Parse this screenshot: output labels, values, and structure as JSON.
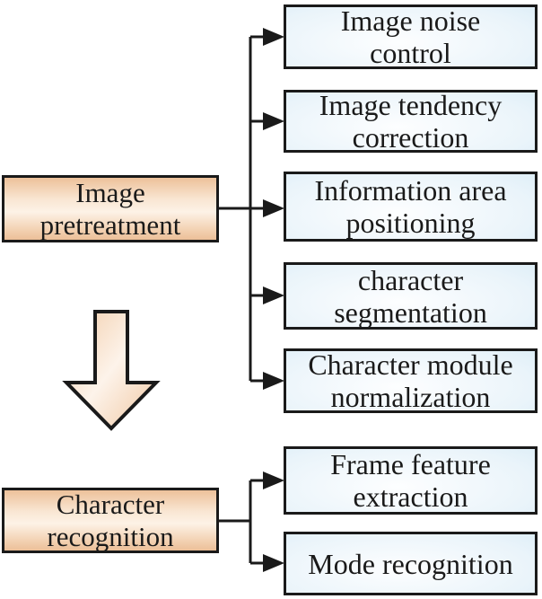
{
  "colors": {
    "background": "#ffffff",
    "line": "#1a1a1a",
    "box_border": "#1a1a1a",
    "text": "#1a1a1a",
    "stage_fill_edge": "#edc19a",
    "stage_fill_center": "#fdf2e6",
    "step_fill_edge": "#c7e4f3",
    "step_fill_center": "#fdfeff",
    "arrow_fill_edge": "#f2cca8",
    "arrow_fill_center": "#fdf3ea"
  },
  "icons": {
    "flow": "down-arrow-icon",
    "branch_tip": "right-arrowhead-icon"
  },
  "stages": [
    {
      "label": "Image\npretreatment",
      "steps": [
        "Image noise\ncontrol",
        "Image tendency\ncorrection",
        "Information area\npositioning",
        "character\nsegmentation",
        "Character module\nnormalization"
      ]
    },
    {
      "label": "Character\nrecognition",
      "steps": [
        "Frame feature\nextraction",
        "Mode recognition"
      ]
    }
  ]
}
